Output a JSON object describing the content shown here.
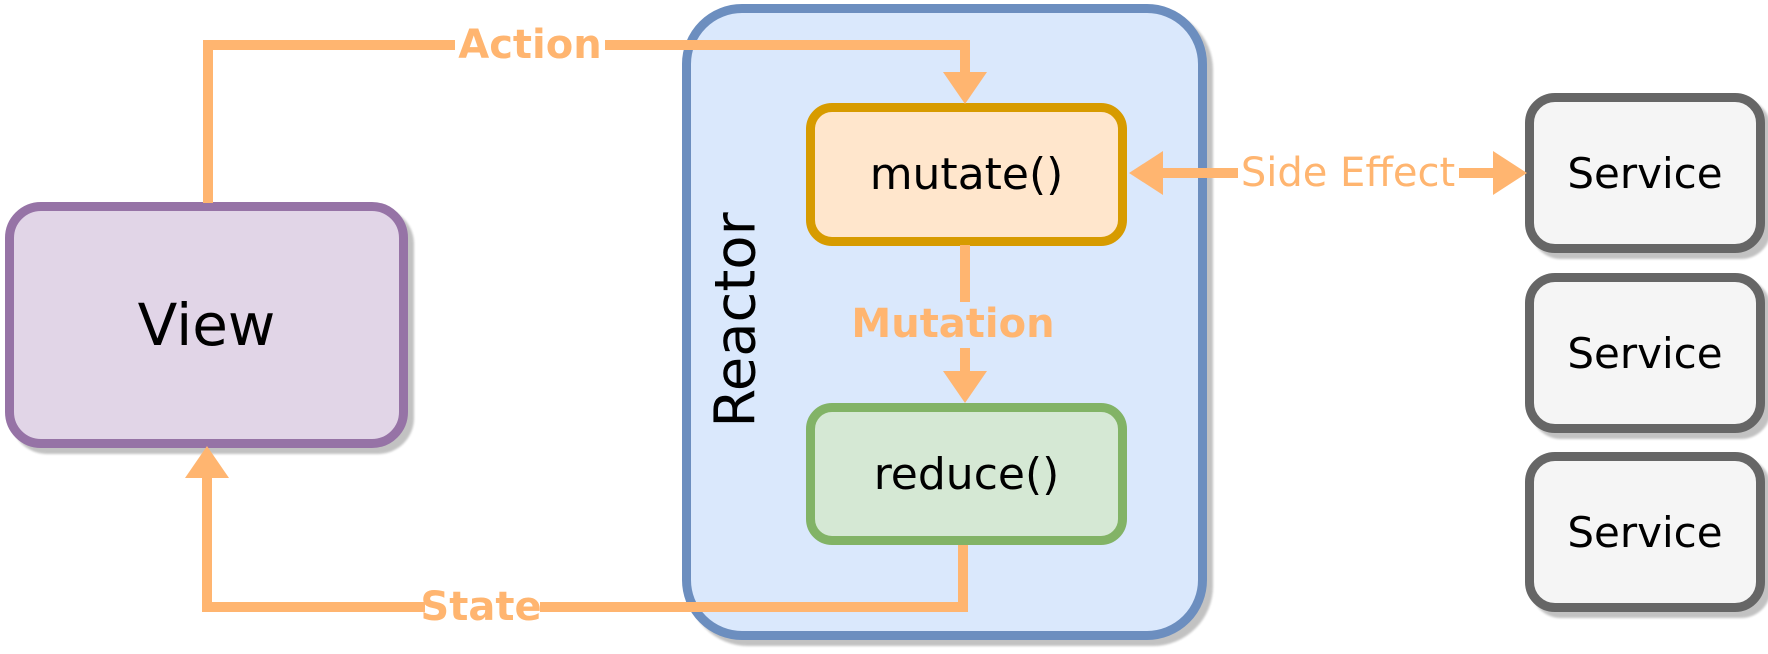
{
  "colors": {
    "canvas_bg": "#FFFFFF",
    "arrow": "#FFB570",
    "edge_label": "#FFB570",
    "node_text": "#000000",
    "view_fill": "#E1D5E7",
    "view_stroke": "#9673A6",
    "reactor_fill": "#DAE8FC",
    "reactor_stroke": "#6C8EBF",
    "mutate_fill": "#FFE6CC",
    "mutate_stroke": "#D79B00",
    "reduce_fill": "#D5E8D4",
    "reduce_stroke": "#82B366",
    "service_fill": "#F5F5F5",
    "service_stroke": "#666666"
  },
  "diagram": {
    "nodes": {
      "view": {
        "label": "View"
      },
      "reactor": {
        "label": "Reactor"
      },
      "mutate": {
        "label": "mutate()"
      },
      "reduce": {
        "label": "reduce()"
      },
      "services": [
        {
          "label": "Service"
        },
        {
          "label": "Service"
        },
        {
          "label": "Service"
        }
      ]
    },
    "edges": {
      "action": {
        "label": "Action"
      },
      "mutation": {
        "label": "Mutation"
      },
      "state": {
        "label": "State"
      },
      "side_effect": {
        "label": "Side Effect"
      }
    }
  }
}
